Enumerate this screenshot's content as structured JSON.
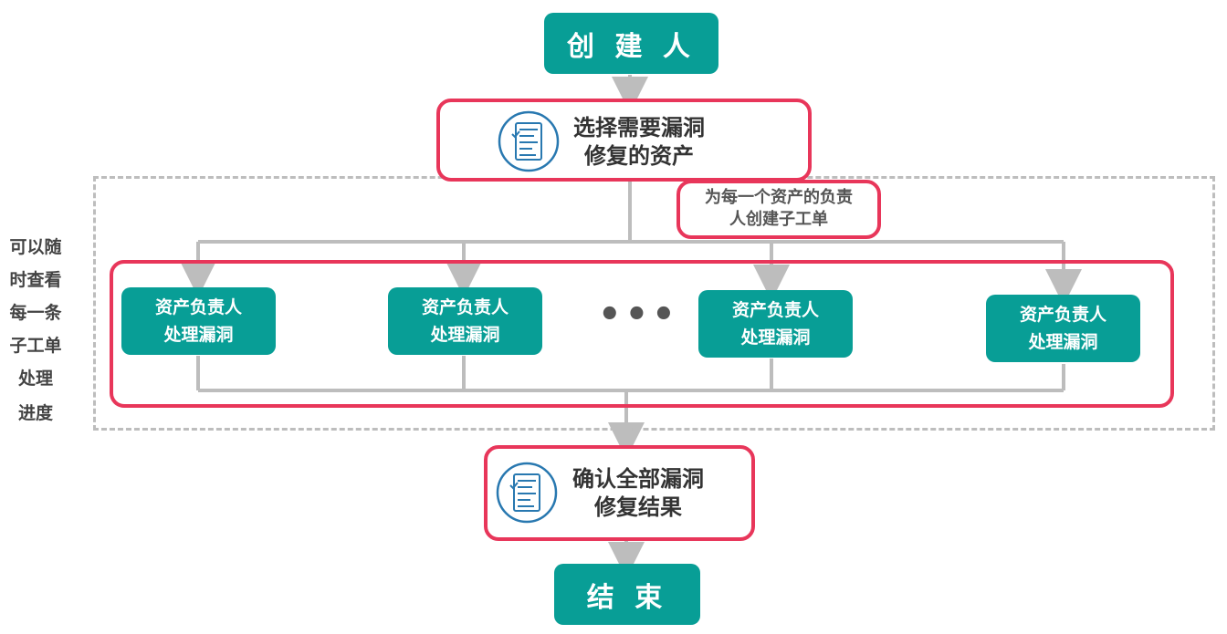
{
  "diagram": {
    "start": "创 建 人",
    "select_step": {
      "line1": "选择需要漏洞",
      "line2": "修复的资产"
    },
    "subticket_note": {
      "line1": "为每一个资产的负责",
      "line2": "人创建子工单"
    },
    "owners": [
      {
        "line1": "资产负责人",
        "line2": "处理漏洞"
      },
      {
        "line1": "资产负责人",
        "line2": "处理漏洞"
      },
      {
        "line1": "资产负责人",
        "line2": "处理漏洞"
      },
      {
        "line1": "资产负责人",
        "line2": "处理漏洞"
      }
    ],
    "ellipsis": "•••",
    "side_label": [
      "可以随",
      "时查看",
      "每一条",
      "子工单",
      "处理",
      "进度"
    ],
    "confirm_step": {
      "line1": "确认全部漏洞",
      "line2": "修复结果"
    },
    "end": "结 束",
    "icons": {
      "select": "checklist-icon",
      "confirm": "checklist-icon"
    },
    "colors": {
      "teal": "#089e96",
      "highlight": "#e8365a",
      "connector": "#bdbdbd",
      "dashed": "#bdbdbd"
    }
  }
}
